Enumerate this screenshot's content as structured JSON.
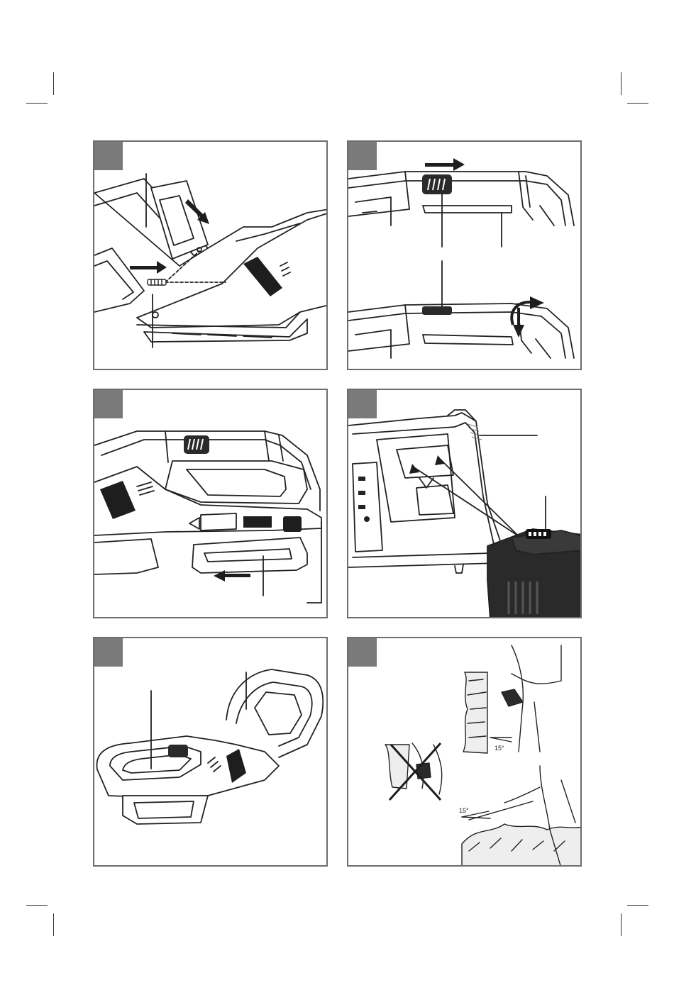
{
  "page": {
    "panels": [
      {
        "id": "fig-1",
        "figure": "blade-guard-screw-assembly"
      },
      {
        "id": "fig-2",
        "figure": "rotating-rear-handle"
      },
      {
        "id": "fig-3",
        "figure": "battery-removal"
      },
      {
        "id": "fig-4",
        "figure": "battery-charger-insertion"
      },
      {
        "id": "fig-5",
        "figure": "hedge-trimmer-overview"
      },
      {
        "id": "fig-6",
        "figure": "cutting-technique"
      }
    ],
    "cutting_angle_labels": [
      "15°",
      "15°"
    ]
  },
  "colors": {
    "frame": "#6d6d6d",
    "tag": "#7a7a7a",
    "line": "#222222",
    "dark_fill": "#1e1e1e",
    "grey_fill": "#b5b5b5"
  }
}
